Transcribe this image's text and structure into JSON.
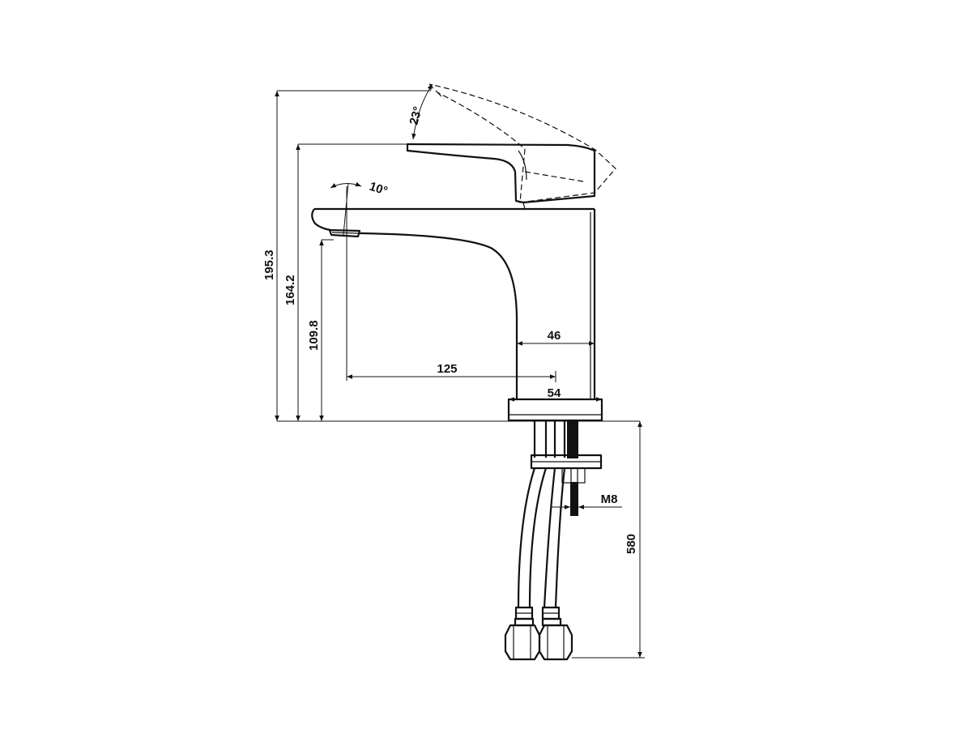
{
  "figure": {
    "subject": "Basin mixer faucet technical side-view drawing",
    "dimensions": {
      "overall_height": "195.3",
      "lever_height": "164.2",
      "spout_height": "109.8",
      "spout_reach": "125",
      "body_width": "46",
      "base_width": "54",
      "thread": "M8",
      "hose_length": "580",
      "lever_angle": "23°",
      "spout_angle": "10°"
    },
    "colors": {
      "line": "#111111",
      "background": "#ffffff"
    }
  }
}
